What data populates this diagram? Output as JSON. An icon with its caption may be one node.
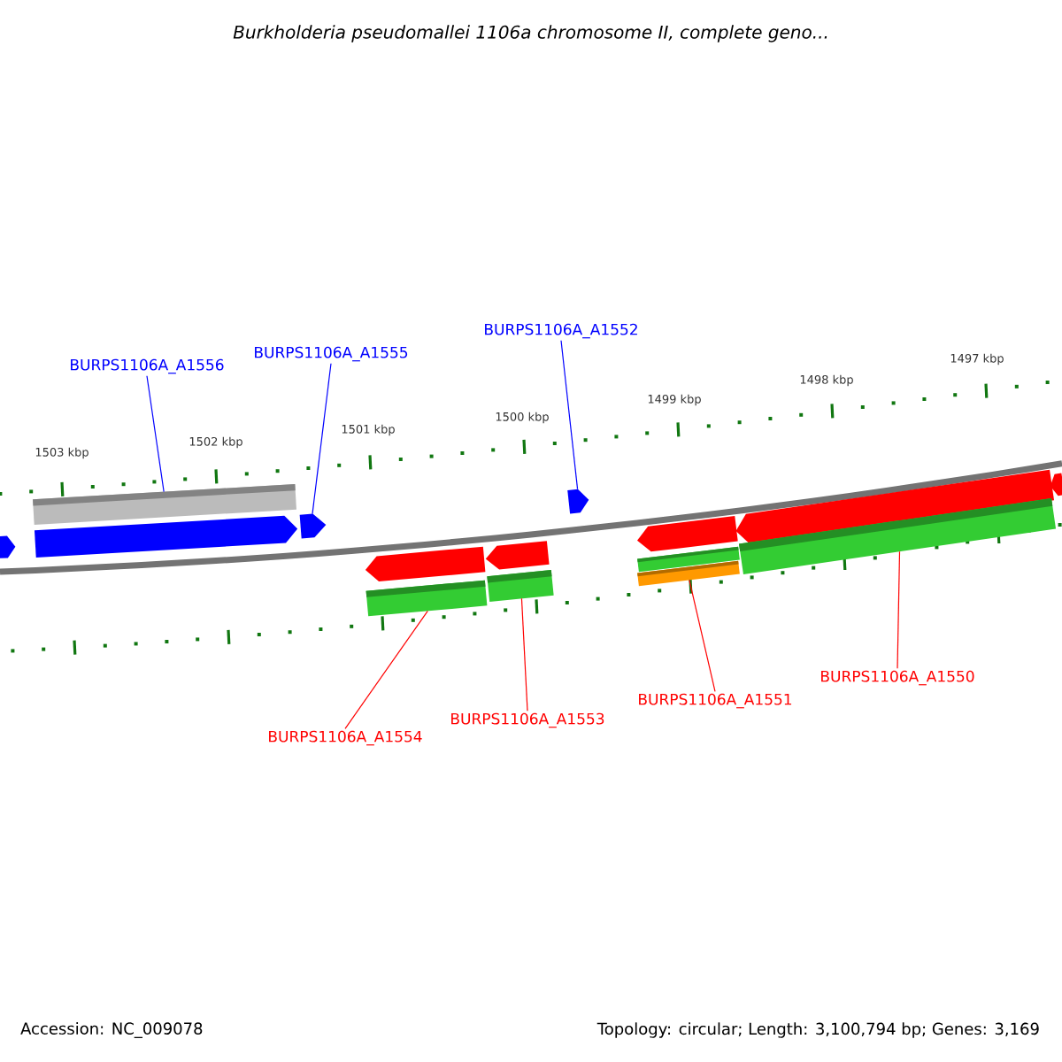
{
  "diagram": {
    "title": "Burkholderia pseudomallei 1106a chromosome II, complete geno...",
    "nodes": [
      {
        "text": [
          "BURPS1106A_A1556"
        ]
      },
      {
        "text": [
          "BURPS1106A_A1555"
        ]
      },
      {
        "text": [
          "BURPS1106A_A1552"
        ]
      },
      {
        "text": [],
        "shape": "arrow"
      },
      {
        "text": [],
        "shape": "bar"
      },
      {
        "text": [],
        "shape": "arrow"
      },
      {
        "text": [],
        "shape": "arrow"
      },
      {
        "text": [],
        "shape": "arrow"
      },
      {
        "text": [],
        "shape": "arrow"
      },
      {
        "text": [],
        "shape": "arrow"
      },
      {
        "text": [],
        "shape": "bar"
      },
      {
        "text": [],
        "shape": "bar"
      },
      {
        "text": [],
        "shape": "arrow"
      },
      {
        "text": [],
        "shape": "arrow"
      },
      {
        "text": [],
        "shape": "arrow"
      },
      {
        "text": [],
        "shape": "bar"
      },
      {
        "text": [],
        "shape": "bar"
      },
      {
        "text": [],
        "shape": "bar"
      },
      {
        "text": [
          "BURPS1106A_A1554"
        ]
      },
      {
        "text": [
          "BURPS1106A_A1553"
        ]
      },
      {
        "text": [
          "BURPS1106A_A1551"
        ]
      },
      {
        "text": [
          "BURPS1106A_A1550"
        ]
      }
    ],
    "edges": [
      {
        "from": 0,
        "to": 4,
        "arrow": "none",
        "color": "#0000ff"
      },
      {
        "from": 1,
        "to": 6,
        "arrow": "none",
        "color": "#0000ff"
      },
      {
        "from": 2,
        "to": 7,
        "arrow": "none",
        "color": "#0000ff"
      },
      {
        "from": 18,
        "to": 10,
        "arrow": "none"
      },
      {
        "from": 19,
        "to": 11,
        "arrow": "none"
      },
      {
        "from": 20,
        "to": 16,
        "arrow": "none"
      },
      {
        "from": 21,
        "to": 17,
        "arrow": "none"
      }
    ],
    "labels": [
      "1503 kbp",
      "1502 kbp",
      "1501 kbp",
      "1500 kbp",
      "1499 kbp",
      "1498 kbp",
      "1497 kbp",
      "Accession: NC_009078",
      "Topology: circular; Length: 3,100,794 bp; Genes: 3,169"
    ]
  }
}
